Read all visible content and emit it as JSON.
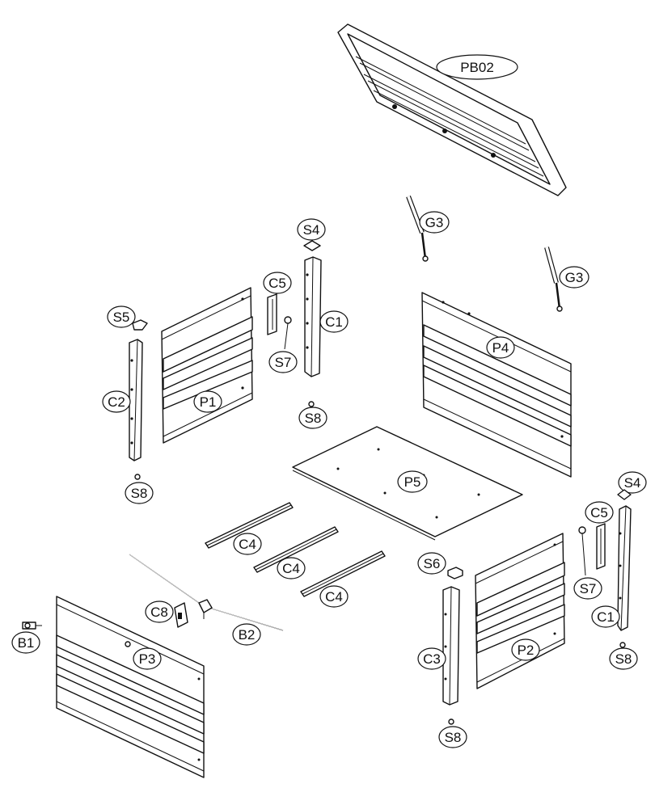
{
  "labels": {
    "pb02": "PB02",
    "g3_top": "G3",
    "g3_right": "G3",
    "s4_top": "S4",
    "c5_left": "C5",
    "c1_left": "C1",
    "s7_left": "S7",
    "s5": "S5",
    "c2": "C2",
    "p1": "P1",
    "s8_mid": "S8",
    "s8_left": "S8",
    "p4": "P4",
    "p5": "P5",
    "s4_right": "S4",
    "c5_right": "C5",
    "s7_right": "S7",
    "c1_right": "C1",
    "s8_right": "S8",
    "c4_a": "C4",
    "c4_b": "C4",
    "c4_c": "C4",
    "s6": "S6",
    "c3": "C3",
    "p2": "P2",
    "s8_bottom": "S8",
    "c8": "C8",
    "b2": "B2",
    "b1": "B1",
    "p3": "P3"
  }
}
